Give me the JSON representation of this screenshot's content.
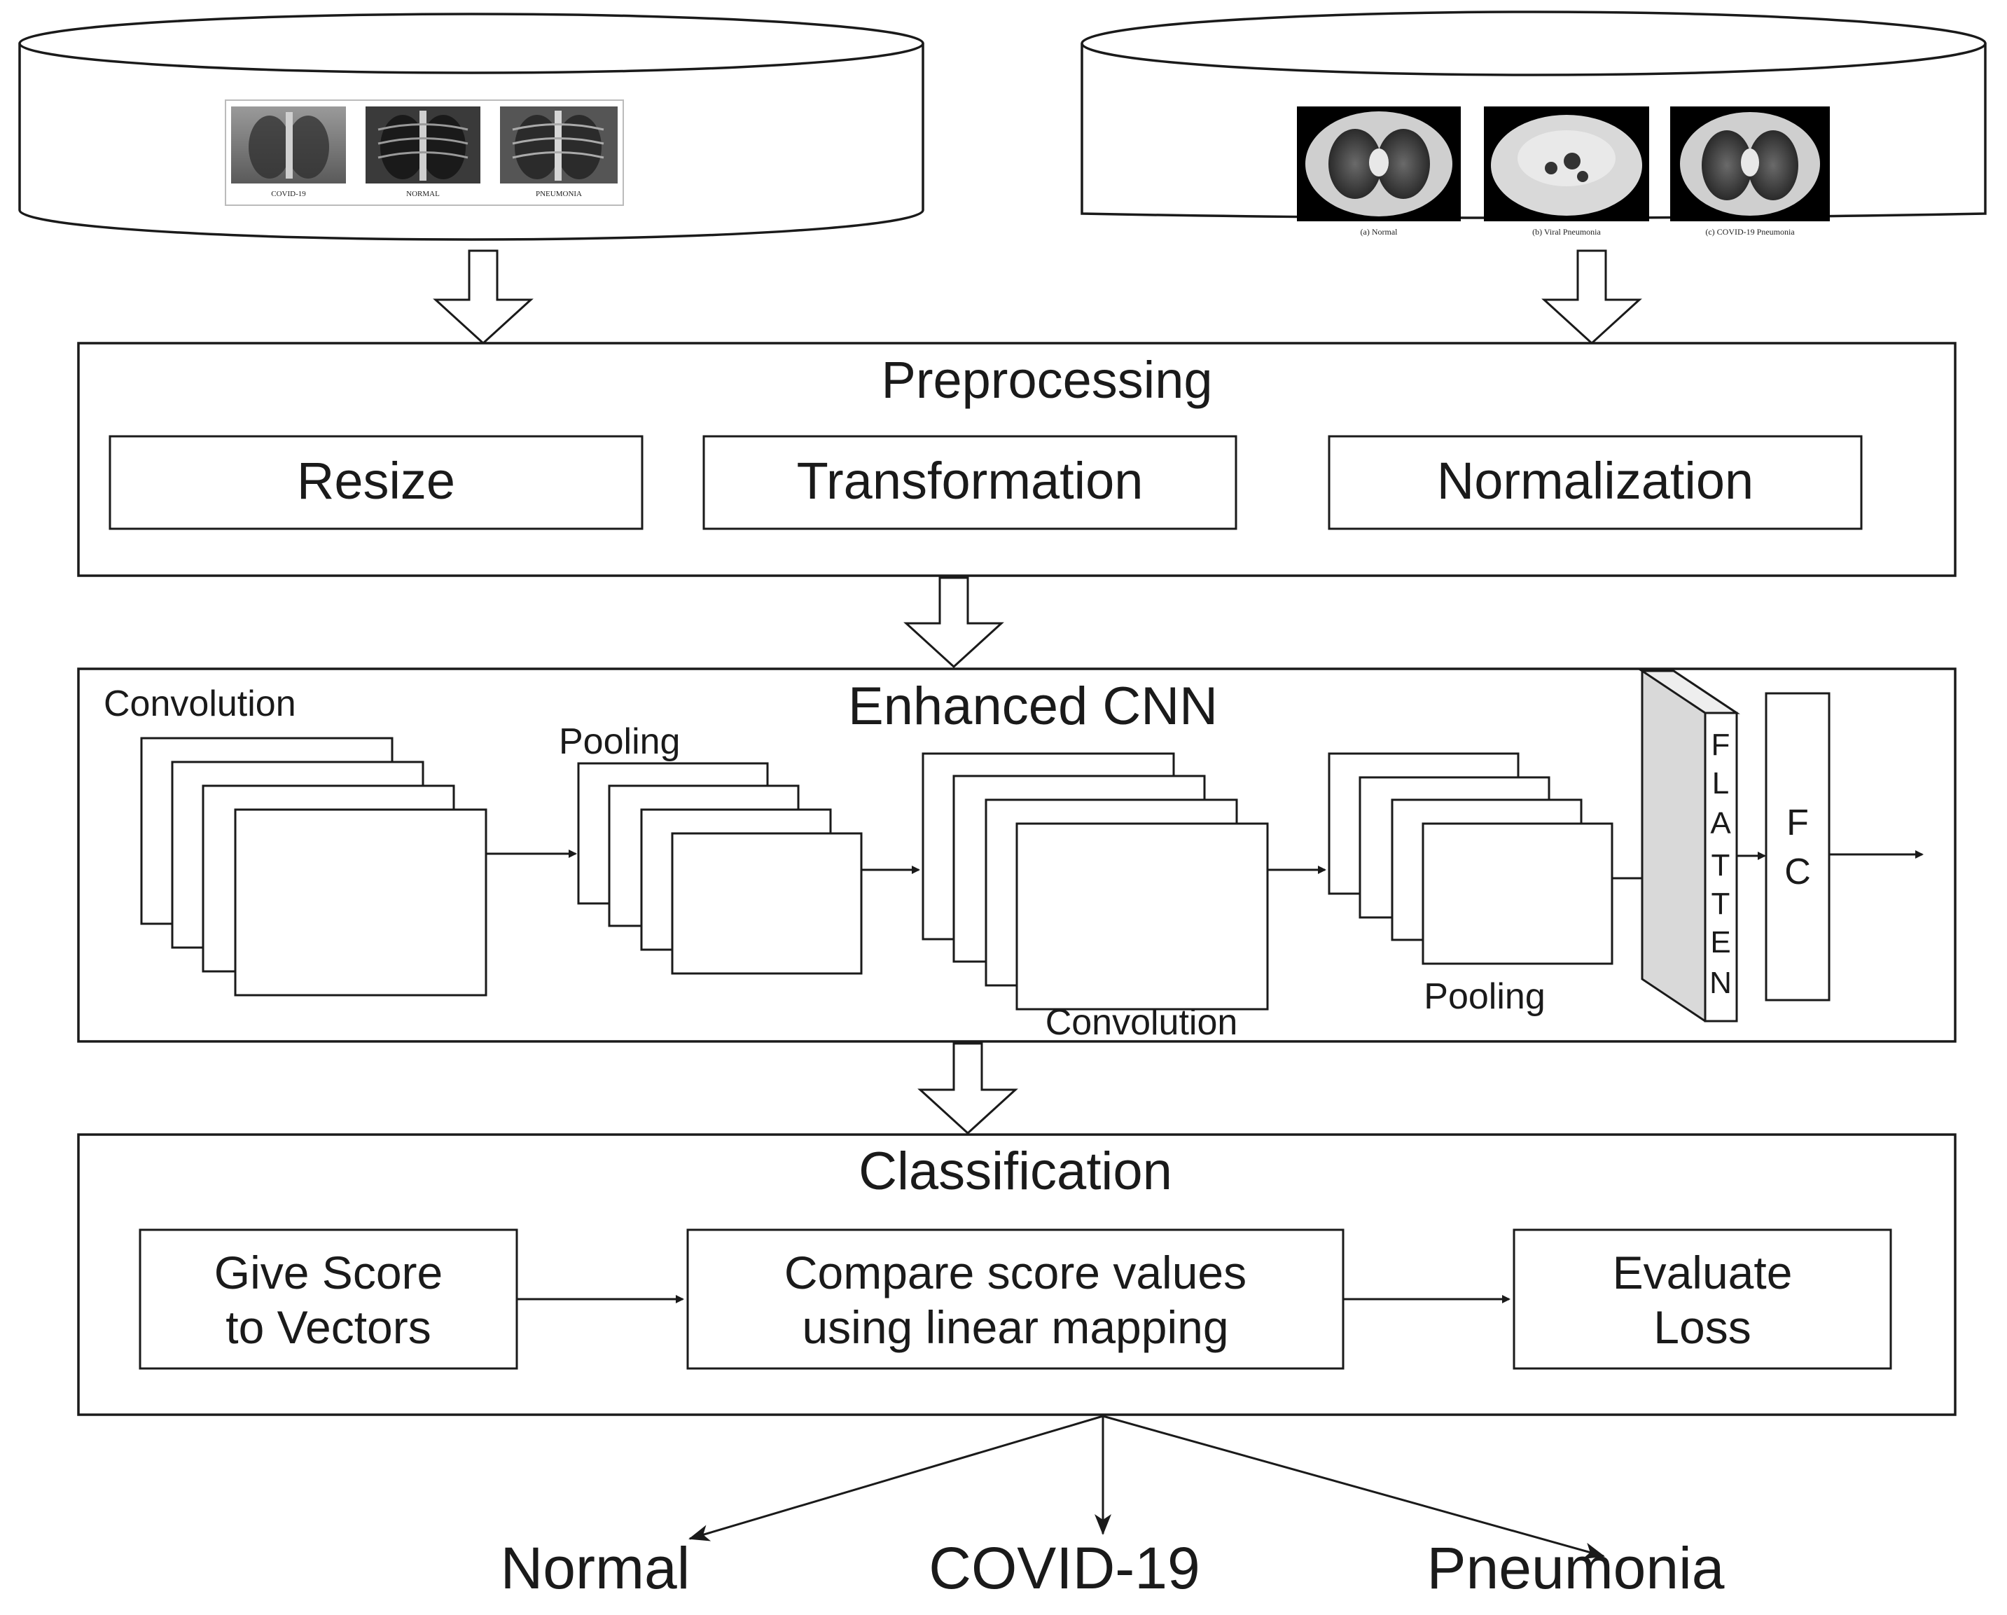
{
  "xray_db": {
    "captions": [
      "COVID-19",
      "NORMAL",
      "PNEUMONIA"
    ]
  },
  "ct_db": {
    "captions": [
      "(a) Normal",
      "(b) Viral Pneumonia",
      "(c) COVID-19 Pneumonia"
    ]
  },
  "preprocessing": {
    "title": "Preprocessing",
    "steps": [
      "Resize",
      "Transformation",
      "Normalization"
    ]
  },
  "cnn": {
    "title": "Enhanced CNN",
    "conv1_label": "Convolution",
    "pool1_label": "Pooling",
    "conv2_label": "Convolution",
    "pool2_label": "Pooling",
    "flatten_letters": [
      "F",
      "L",
      "A",
      "T",
      "T",
      "E",
      "N"
    ],
    "fc_letters": [
      "F",
      "C"
    ]
  },
  "classification": {
    "title": "Classification",
    "step1_line1": "Give Score",
    "step1_line2": "to Vectors",
    "step2_line1": "Compare score values",
    "step2_line2": "using linear mapping",
    "step3_line1": "Evaluate",
    "step3_line2": "Loss"
  },
  "outputs": [
    "Normal",
    "COVID-19",
    "Pneumonia"
  ],
  "colors": {
    "stroke": "#1a1a1a",
    "flatten_fill": "#d9d9d9",
    "ct_background": "#000000",
    "xray_background": "#3a3a3a"
  }
}
